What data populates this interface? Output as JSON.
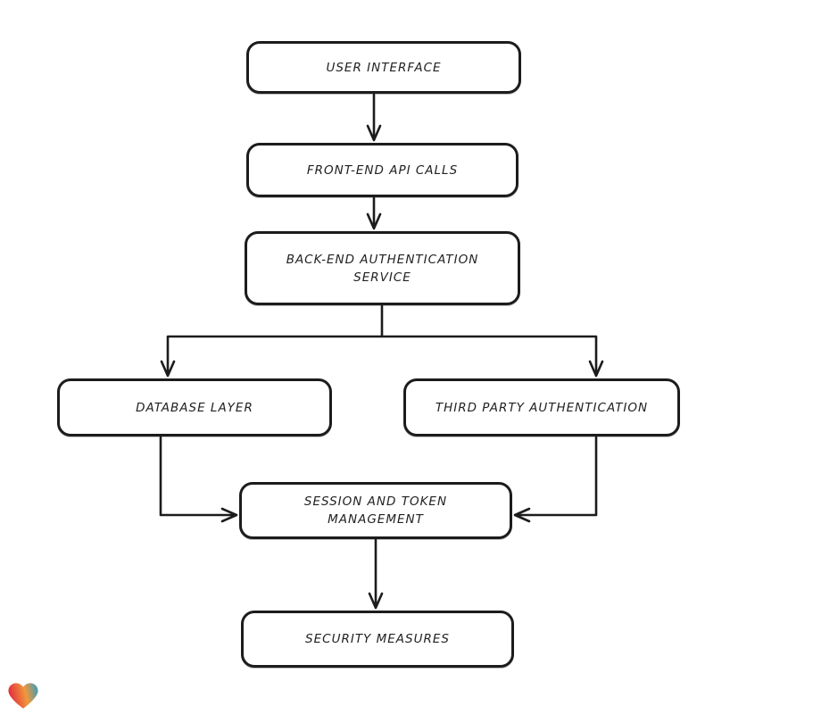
{
  "canvas": {
    "background": "#ffffff",
    "stroke_color": "#1c1c1c",
    "node_fill": "#ffffff",
    "text_color": "#222222"
  },
  "nodes": [
    {
      "id": "user-interface",
      "label": "USER INTERFACE"
    },
    {
      "id": "front-end-api-calls",
      "label": "FRONT-END API CALLS"
    },
    {
      "id": "back-end-authentication-service",
      "label": "BACK-END AUTHENTICATION SERVICE"
    },
    {
      "id": "database-layer",
      "label": "DATABASE LAYER"
    },
    {
      "id": "third-party-authentication",
      "label": "THIRD PARTY AUTHENTICATION"
    },
    {
      "id": "session-and-token-management",
      "label": "SESSION AND TOKEN MANAGEMENT"
    },
    {
      "id": "security-measures",
      "label": "SECURITY MEASURES"
    }
  ],
  "edges": [
    {
      "from": "user-interface",
      "to": "front-end-api-calls"
    },
    {
      "from": "front-end-api-calls",
      "to": "back-end-authentication-service"
    },
    {
      "from": "back-end-authentication-service",
      "to": "database-layer"
    },
    {
      "from": "back-end-authentication-service",
      "to": "third-party-authentication"
    },
    {
      "from": "database-layer",
      "to": "session-and-token-management"
    },
    {
      "from": "third-party-authentication",
      "to": "session-and-token-management"
    },
    {
      "from": "session-and-token-management",
      "to": "security-measures"
    }
  ],
  "logo": {
    "name": "heart-logo",
    "gradient_colors": [
      "#e2333c",
      "#f2973c",
      "#2d9fc4"
    ]
  }
}
